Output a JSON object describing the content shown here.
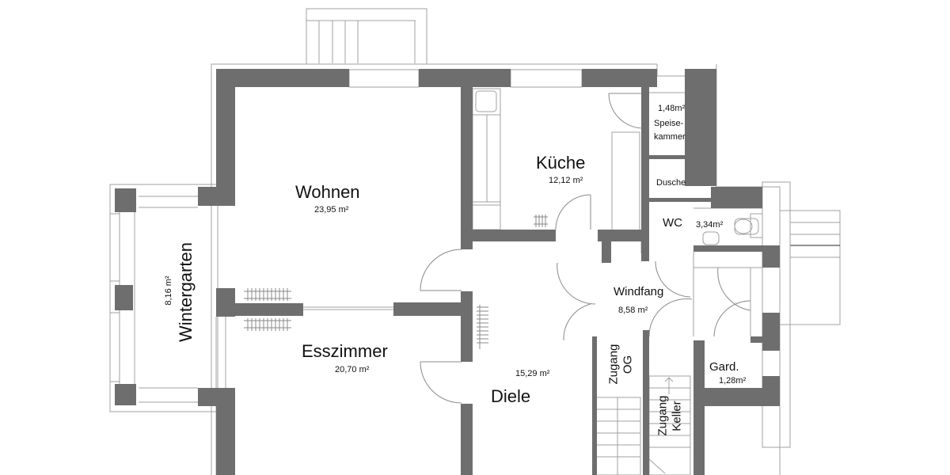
{
  "plan": {
    "wall_color": "#6e6e6e",
    "line_color": "#9a9a9a",
    "background": "#ffffff"
  },
  "rooms": {
    "wohnen": {
      "name": "Wohnen",
      "area": "23,95 m²"
    },
    "kueche": {
      "name": "Küche",
      "area": "12,12 m²"
    },
    "speisekammer": {
      "name_line1": "Speise-",
      "name_line2": "kammer",
      "area": "1,48m²"
    },
    "dusche": {
      "name": "Dusche"
    },
    "wc": {
      "name": "WC",
      "area": "3,34m²"
    },
    "wintergarten": {
      "name": "Wintergarten",
      "area": "8,16 m²"
    },
    "esszimmer": {
      "name": "Esszimmer",
      "area": "20,70 m²"
    },
    "diele": {
      "name": "Diele",
      "area": "15,29 m²"
    },
    "windfang": {
      "name": "Windfang",
      "area": "8,58 m²"
    },
    "zugang_og": {
      "line1": "Zugang",
      "line2": "OG"
    },
    "zugang_keller": {
      "line1": "Zugang",
      "line2": "Keller"
    },
    "garderobe": {
      "name": "Gard.",
      "area": "1,28m²"
    }
  }
}
